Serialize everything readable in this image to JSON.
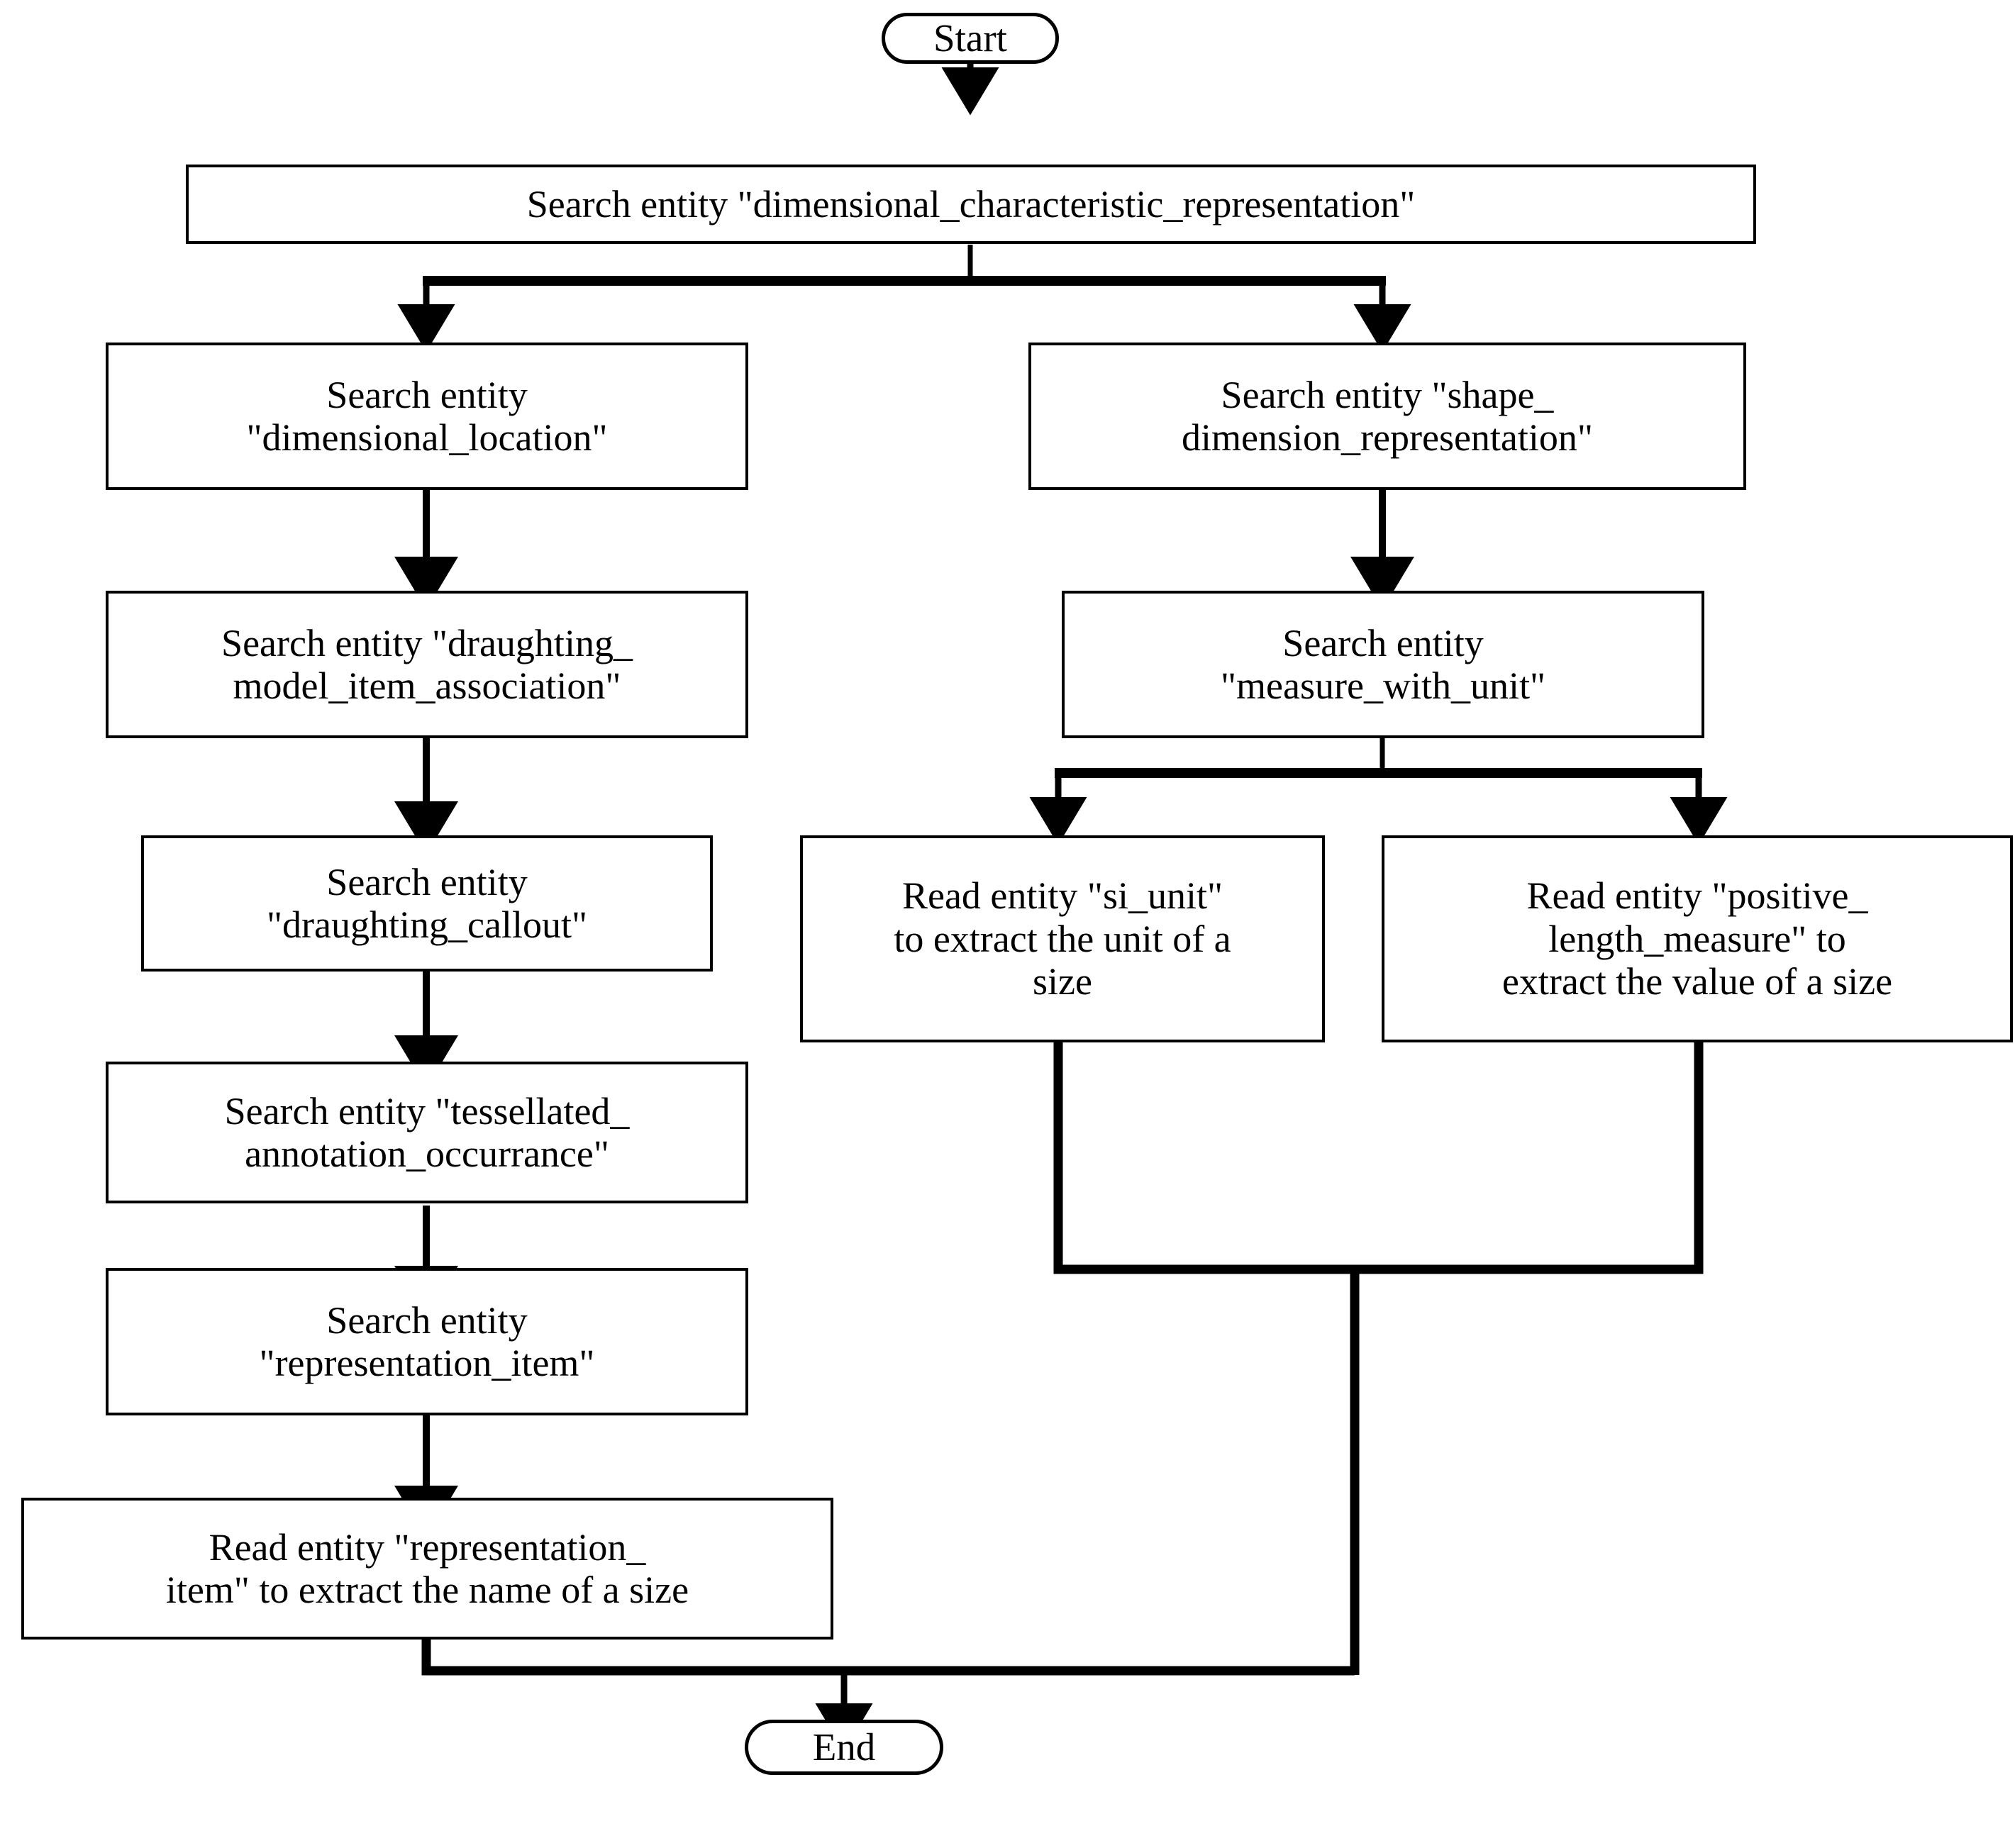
{
  "diagram": {
    "title": "Flowchart for extracting size information from STEP entities",
    "background_color": "#ffffff",
    "line_color": "#000000",
    "text_color": "#000000"
  },
  "nodes": {
    "start": {
      "label": "Start",
      "shape": "terminator"
    },
    "search_dimensional_characteristic_representation": {
      "label": "Search entity \"dimensional_characteristic_representation\"",
      "shape": "process"
    },
    "search_dimensional_location": {
      "label": "Search entity\n\"dimensional_location\"",
      "shape": "process"
    },
    "search_shape_dimension_representation": {
      "label": "Search entity \"shape_\ndimension_representation\"",
      "shape": "process"
    },
    "search_draughting_model_item_association": {
      "label": "Search entity \"draughting_\nmodel_item_association\"",
      "shape": "process"
    },
    "search_measure_with_unit": {
      "label": "Search entity\n\"measure_with_unit\"",
      "shape": "process"
    },
    "search_draughting_callout": {
      "label": "Search entity\n\"draughting_callout\"",
      "shape": "process"
    },
    "read_si_unit": {
      "label": "Read entity \"si_unit\"\nto extract the unit of a\nsize",
      "shape": "process"
    },
    "read_positive_length_measure": {
      "label": "Read entity \"positive_\nlength_measure\" to\nextract the value of a size",
      "shape": "process"
    },
    "search_tessellated_annotation_occurrance": {
      "label": "Search entity \"tessellated_\nannotation_occurrance\"",
      "shape": "process"
    },
    "search_representation_item": {
      "label": "Search entity\n\"representation_item\"",
      "shape": "process"
    },
    "read_representation_item": {
      "label": "Read entity \"representation_\nitem\" to extract the name of a size",
      "shape": "process"
    },
    "end": {
      "label": "End",
      "shape": "terminator"
    }
  },
  "edges": [
    {
      "from": "start",
      "to": "search_dimensional_characteristic_representation",
      "kind": "straight-down"
    },
    {
      "from": "search_dimensional_characteristic_representation",
      "to": "search_dimensional_location",
      "kind": "split-left"
    },
    {
      "from": "search_dimensional_characteristic_representation",
      "to": "search_shape_dimension_representation",
      "kind": "split-right"
    },
    {
      "from": "search_dimensional_location",
      "to": "search_draughting_model_item_association",
      "kind": "straight-down"
    },
    {
      "from": "search_shape_dimension_representation",
      "to": "search_measure_with_unit",
      "kind": "straight-down"
    },
    {
      "from": "search_draughting_model_item_association",
      "to": "search_draughting_callout",
      "kind": "straight-down"
    },
    {
      "from": "search_measure_with_unit",
      "to": "read_si_unit",
      "kind": "split-left"
    },
    {
      "from": "search_measure_with_unit",
      "to": "read_positive_length_measure",
      "kind": "split-right"
    },
    {
      "from": "search_draughting_callout",
      "to": "search_tessellated_annotation_occurrance",
      "kind": "straight-down"
    },
    {
      "from": "search_tessellated_annotation_occurrance",
      "to": "search_representation_item",
      "kind": "straight-down"
    },
    {
      "from": "search_representation_item",
      "to": "read_representation_item",
      "kind": "straight-down"
    },
    {
      "from": "read_si_unit",
      "to": "end",
      "kind": "merge"
    },
    {
      "from": "read_positive_length_measure",
      "to": "end",
      "kind": "merge"
    },
    {
      "from": "read_representation_item",
      "to": "end",
      "kind": "merge"
    }
  ]
}
